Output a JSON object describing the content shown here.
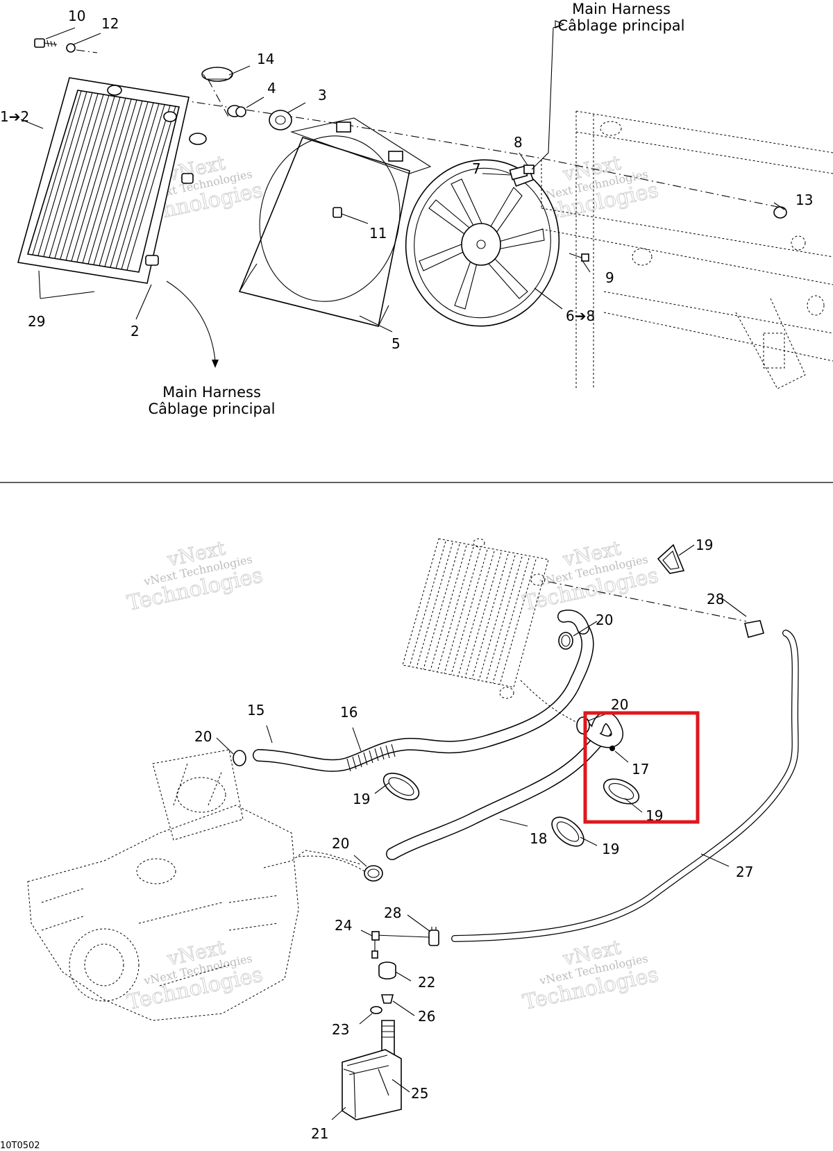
{
  "callouts": [
    {
      "id": "c10",
      "text": "10"
    },
    {
      "id": "c12",
      "text": "12"
    },
    {
      "id": "c14",
      "text": "14"
    },
    {
      "id": "c4",
      "text": "4"
    },
    {
      "id": "c3",
      "text": "3"
    },
    {
      "id": "c1to2",
      "text": "1➔2"
    },
    {
      "id": "c8",
      "text": "8"
    },
    {
      "id": "c7",
      "text": "7"
    },
    {
      "id": "c11",
      "text": "11"
    },
    {
      "id": "c13",
      "text": "13"
    },
    {
      "id": "c9",
      "text": "9"
    },
    {
      "id": "c6to8",
      "text": "6➔8"
    },
    {
      "id": "c29",
      "text": "29"
    },
    {
      "id": "c2",
      "text": "2"
    },
    {
      "id": "c5",
      "text": "5"
    },
    {
      "id": "c19a",
      "text": "19"
    },
    {
      "id": "c28a",
      "text": "28"
    },
    {
      "id": "c20a",
      "text": "20"
    },
    {
      "id": "c20b",
      "text": "20"
    },
    {
      "id": "c15",
      "text": "15"
    },
    {
      "id": "c16",
      "text": "16"
    },
    {
      "id": "c20c",
      "text": "20"
    },
    {
      "id": "c17",
      "text": "17"
    },
    {
      "id": "c19b",
      "text": "19"
    },
    {
      "id": "c19c",
      "text": "19"
    },
    {
      "id": "c18",
      "text": "18"
    },
    {
      "id": "c19d",
      "text": "19"
    },
    {
      "id": "c20d",
      "text": "20"
    },
    {
      "id": "c27",
      "text": "27"
    },
    {
      "id": "c24",
      "text": "24"
    },
    {
      "id": "c28b",
      "text": "28"
    },
    {
      "id": "c22",
      "text": "22"
    },
    {
      "id": "c26",
      "text": "26"
    },
    {
      "id": "c23",
      "text": "23"
    },
    {
      "id": "c25",
      "text": "25"
    },
    {
      "id": "c21",
      "text": "21"
    }
  ],
  "harness_top": {
    "line1": "Main Harness",
    "line2": "Câblage principal"
  },
  "harness_bottom": {
    "line1": "Main Harness",
    "line2": "Câblage principal"
  },
  "watermark": {
    "line1": "vNext",
    "line2": "Technologies",
    "small": "vNext Technologies"
  },
  "drawing_code": "10T0502",
  "highlight_color": "#e0161c"
}
